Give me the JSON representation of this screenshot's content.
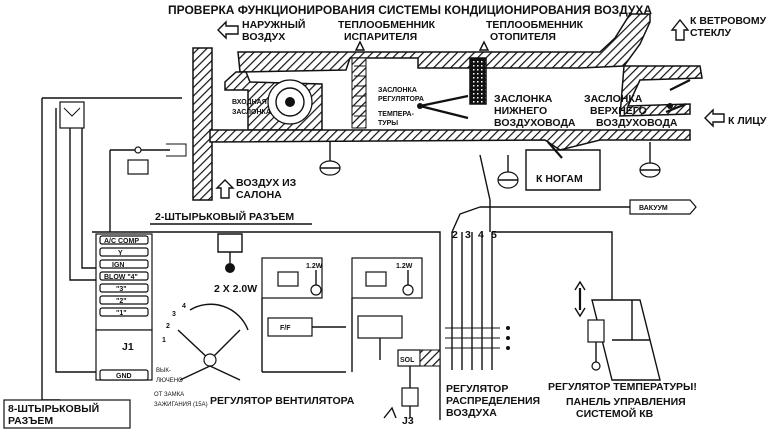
{
  "title": "ПРОВЕРКА ФУНКЦИОНИРОВАНИЯ СИСТЕМЫ КОНДИЦИОНИРОВАНИЯ ВОЗДУХА",
  "duct": {
    "outside_air": [
      "НАРУЖНЫЙ",
      "ВОЗДУХ"
    ],
    "evaporator": [
      "ТЕПЛООБМЕННИК",
      "ИСПАРИТЕЛЯ"
    ],
    "heater": [
      "ТЕПЛООБМЕННИК",
      "ОТОПИТЕЛЯ"
    ],
    "windshield": [
      "К ВЕТРОВОМУ",
      "СТЕКЛУ"
    ],
    "intake_door": [
      "ВХОДНАЯ",
      "ЗАСЛОНКА"
    ],
    "temp_regulator_door": [
      "ЗАСЛОНКА",
      "РЕГУЛЯТОРА",
      "ТЕМПЕРА-",
      "ТУРЫ"
    ],
    "lower_door": [
      "ЗАСЛОНКА",
      "НИЖНЕГО",
      "ВОЗДУХОВОДА"
    ],
    "upper_door": [
      "ЗАСЛОНКА",
      "ВЕРХНЕГО",
      "ВОЗДУХОВОДА"
    ],
    "face": "К ЛИЦУ",
    "feet": "К НОГАМ",
    "cabin_air": [
      "ВОЗДУХ ИЗ",
      "САЛОНА"
    ],
    "vacuum": "ВАКУУМ"
  },
  "circuit": {
    "two_pin_connector": "2-ШТЫРЬКОВЫЙ РАЗЪЕМ",
    "eight_pin_connector": [
      "8-ШТЫРЬКОВЫЙ",
      "РАЗЪЕМ"
    ],
    "connector_pins": [
      "A/C COMP",
      "Y",
      "IGN",
      "BLOW \"4\"",
      "\"3\"",
      "\"2\"",
      "\"1\""
    ],
    "gnd": "GND",
    "j1": "J1",
    "j3": "J3",
    "resistor": "2 X 2.0W",
    "lamp_rating_1": "1.2W",
    "lamp_rating_2": "1.2W",
    "relay_label": "F/F",
    "sol": "SOL",
    "switch_positions": [
      "1",
      "2",
      "3",
      "4"
    ],
    "off_label": [
      "ВЫК-",
      "ЛЮЧЕНО"
    ],
    "ignition_lock": [
      "ОТ ЗАМКА",
      "ЗАЖИГАНИЯ (15А)"
    ],
    "bus_numbers": [
      "2",
      "3",
      "4",
      "5"
    ],
    "fan_regulator": "РЕГУЛЯТОР ВЕНТИЛЯТОРА",
    "distribution_regulator": [
      "РЕГУЛЯТОР",
      "РАСПРЕДЕЛЕНИЯ",
      "ВОЗДУХА"
    ],
    "temperature_regulator": "РЕГУЛЯТОР ТЕМПЕРАТУРЫ!",
    "control_panel": [
      "ПАНЕЛЬ УПРАВЛЕНИЯ",
      "СИСТЕМОЙ КВ"
    ]
  }
}
